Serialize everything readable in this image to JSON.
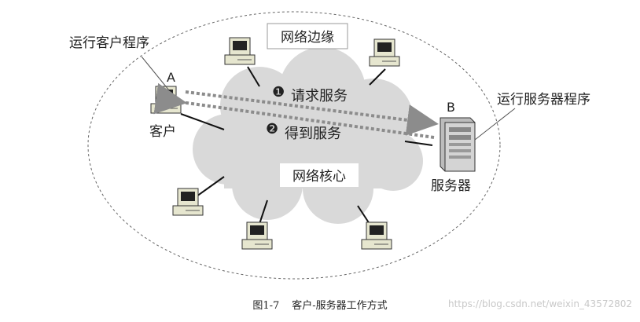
{
  "labels": {
    "network_edge": "网络边缘",
    "network_core": "网络核心",
    "client_program": "运行客户程序",
    "server_program": "运行服务器程序",
    "host_a": "A",
    "host_b": "B",
    "client": "客户",
    "server": "服务器",
    "step1_num": "❶",
    "step1": "请求服务",
    "step2_num": "❷",
    "step2": "得到服务"
  },
  "caption": {
    "number": "图1-7",
    "text": "客户-服务器工作方式"
  },
  "watermark": "https://blog.csdn.net/weixin_43572802",
  "icons": {
    "terminal": "desktop-computer-icon",
    "server": "server-tower-icon"
  },
  "colors": {
    "cloud_fill": "#d9d9d9",
    "arrow": "#8c8c8c",
    "computer": "#e6e6cf"
  }
}
